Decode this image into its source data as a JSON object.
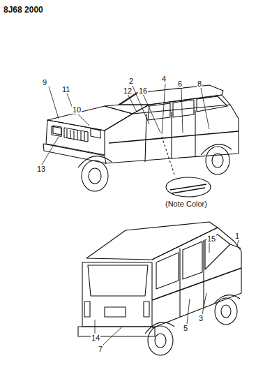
{
  "diagram": {
    "labels": [
      "8J68 2000",
      "9",
      "11",
      "2",
      "12",
      "16",
      "4",
      "6",
      "8",
      "10",
      "13",
      "(Note Color)",
      "15",
      "1",
      "3",
      "5",
      "14",
      "7"
    ]
  }
}
